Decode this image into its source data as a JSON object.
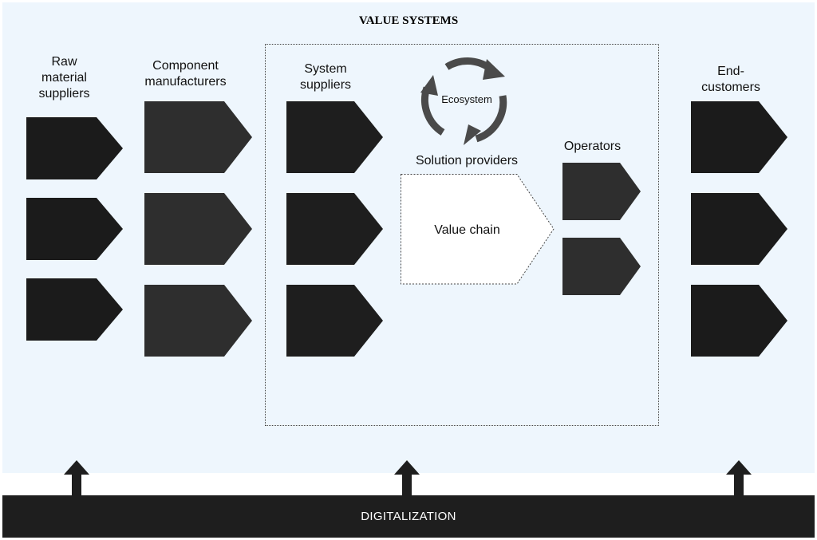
{
  "title": "VALUE SYSTEMS",
  "columns": {
    "raw": "Raw\nmaterial\nsuppliers",
    "component": "Component\nmanufacturers",
    "system": "System\nsuppliers",
    "solution": "Solution providers",
    "operators": "Operators",
    "end": "End-\ncustomers"
  },
  "ecosystem": "Ecosystem",
  "value_chain": "Value chain",
  "digitalization": "DIGITALIZATION",
  "colors": {
    "panel": "#eef6fd",
    "black_arrow": "#1b1b1b",
    "gray_arrow": "#2e2e2e",
    "cycle": "#4a4a4a",
    "bar": "#1e1e1e"
  }
}
